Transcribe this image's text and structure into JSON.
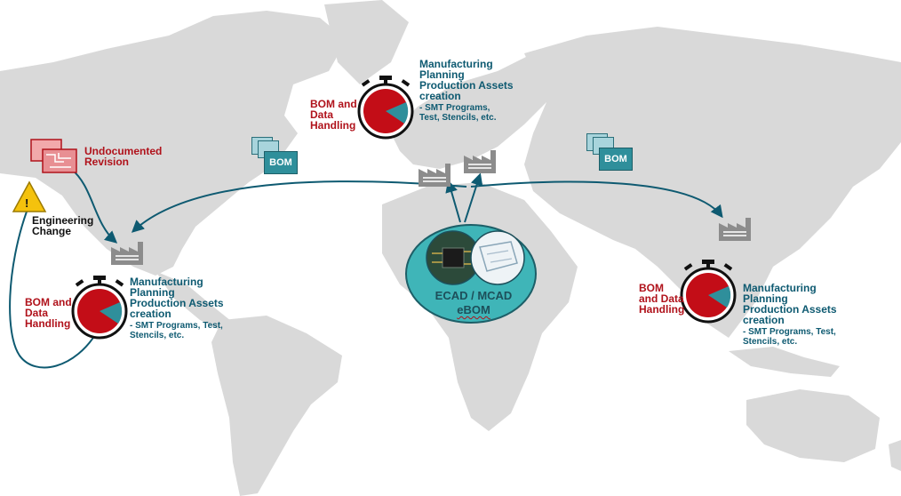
{
  "labels": {
    "undocumented_revision": [
      "Undocumented",
      "Revision"
    ],
    "engineering_change": [
      "Engineering",
      "Change"
    ],
    "bom_data_handling_left": [
      "BOM and",
      "Data",
      "Handling"
    ],
    "bom_data_handling_top": [
      "BOM and",
      "Data",
      "Handling"
    ],
    "bom_data_handling_right": [
      "BOM",
      "and Data",
      "Handling"
    ],
    "mfg_left": [
      "Manufacturing",
      "Planning",
      "Production Assets",
      "creation"
    ],
    "mfg_left_sub": [
      "- SMT Programs, Test,",
      "Stencils, etc."
    ],
    "mfg_top": [
      "Manufacturing",
      "Planning",
      "Production Assets",
      "creation"
    ],
    "mfg_top_sub": [
      "- SMT Programs,",
      "Test, Stencils, etc."
    ],
    "mfg_right": [
      "Manufacturing",
      "Planning",
      "Production Assets",
      "creation"
    ],
    "mfg_right_sub": [
      "- SMT Programs, Test,",
      "Stencils, etc."
    ],
    "hub_line1": "ECAD / MCAD",
    "hub_line2": "eBOM",
    "bom_doc": "BOM",
    "warning_mark": "!"
  },
  "colors": {
    "map_land": "#d9d9d9",
    "teal": "#0e5a71",
    "accent_red": "#b0121b",
    "hub_fill": "#3fb5b8",
    "warning_yellow": "#f4c20d"
  },
  "icons": [
    "factory-icon",
    "stopwatch-icon",
    "bom-document-icon",
    "pcb-revision-icon",
    "warning-icon",
    "ecad-mcad-hub"
  ]
}
